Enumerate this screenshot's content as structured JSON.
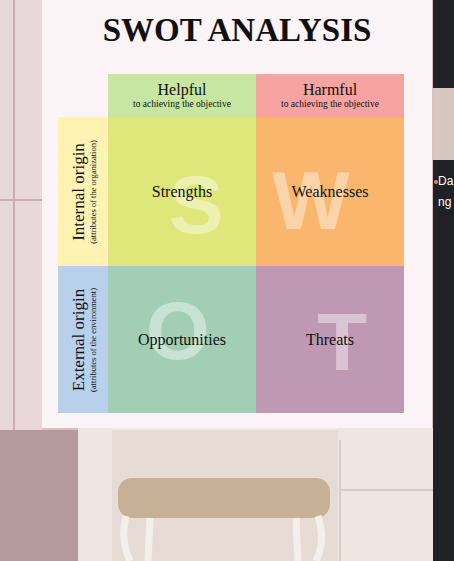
{
  "diagram": {
    "title": "SWOT ANALYSIS",
    "nodes": [
      {
        "text": [
          "Helpful",
          "to achieving the objective"
        ]
      },
      {
        "text": [
          "Harmful",
          "to achieving the objective"
        ]
      },
      {
        "text": [
          "Internal origin",
          "(attributes of the organization)"
        ]
      },
      {
        "text": [
          "Strengths",
          "S"
        ]
      },
      {
        "text": [
          "Weaknesses",
          "W"
        ]
      },
      {
        "text": [
          "External origin",
          "(attributes of the environment)"
        ]
      },
      {
        "text": [
          "Opportunities",
          "O"
        ]
      },
      {
        "text": [
          "Threats",
          "T"
        ]
      }
    ],
    "labels": [
      "Da",
      "ng"
    ]
  }
}
